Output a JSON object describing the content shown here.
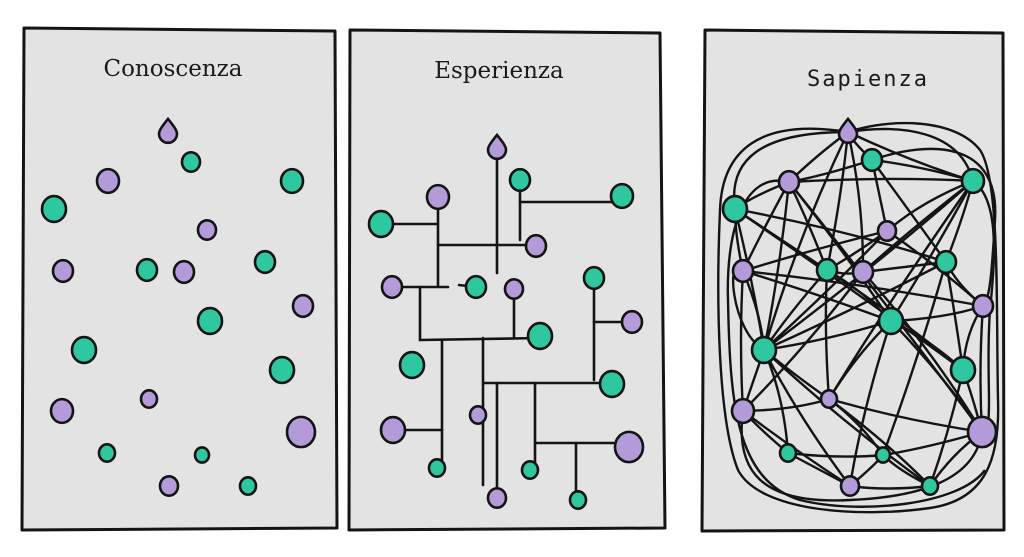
{
  "colors": {
    "background": "#ffffff",
    "panel_fill": "#e3e3e3",
    "stroke": "#141414",
    "teal": "#2fc7a0",
    "purple": "#b39ad8"
  },
  "panels": [
    {
      "title": "Conoscenza"
    },
    {
      "title": "Esperienza"
    },
    {
      "title": "Sapienza"
    }
  ]
}
